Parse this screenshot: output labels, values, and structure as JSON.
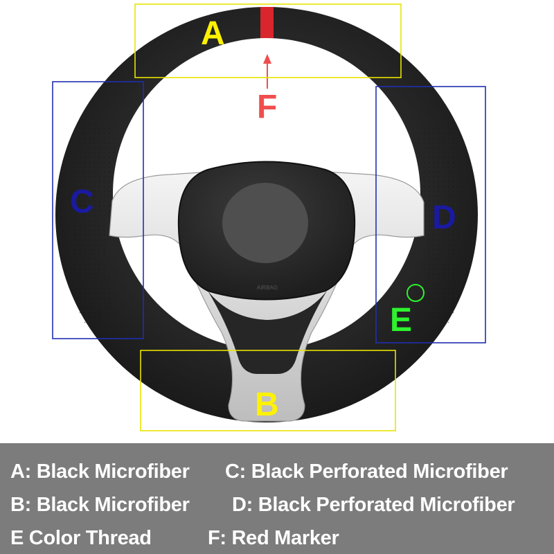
{
  "zones": {
    "A": {
      "letter": "A",
      "color": "#fff200",
      "box_color": "#e8e400"
    },
    "B": {
      "letter": "B",
      "color": "#fff200",
      "box_color": "#e8e400"
    },
    "C": {
      "letter": "C",
      "color": "#1a1aa0",
      "box_color": "#1f2fb0"
    },
    "D": {
      "letter": "D",
      "color": "#1a1aa0",
      "box_color": "#1f2fb0"
    },
    "E": {
      "letter": "E",
      "color": "#2ef22e",
      "box_color": "#2ef22e"
    },
    "F": {
      "letter": "F",
      "color": "#f04e4e"
    }
  },
  "marker_color": "#d8262c",
  "airbag_text": "AIRBAG",
  "legend": {
    "background": "#7c7c7c",
    "a": "A: Black Microfiber",
    "c": "C: Black Perforated Microfiber",
    "b": "B: Black Microfiber",
    "d": "D: Black Perforated Microfiber",
    "e": "E  Color Thread",
    "f": "F: Red Marker"
  }
}
